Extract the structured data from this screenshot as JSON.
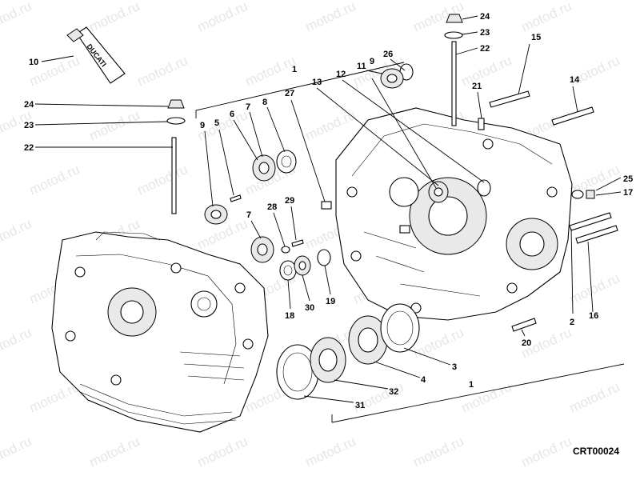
{
  "watermark": "motod.ru",
  "drawing_code": "CRT00024",
  "tube_brand": "DUCATI",
  "callouts": [
    {
      "id": "c10",
      "text": "10"
    },
    {
      "id": "c24a",
      "text": "24"
    },
    {
      "id": "c23a",
      "text": "23"
    },
    {
      "id": "c22a",
      "text": "22"
    },
    {
      "id": "c24b",
      "text": "24"
    },
    {
      "id": "c23b",
      "text": "23"
    },
    {
      "id": "c22b",
      "text": "22"
    },
    {
      "id": "c15",
      "text": "15"
    },
    {
      "id": "c14",
      "text": "14"
    },
    {
      "id": "c21",
      "text": "21"
    },
    {
      "id": "c26",
      "text": "26"
    },
    {
      "id": "c9a",
      "text": "9"
    },
    {
      "id": "c11",
      "text": "11"
    },
    {
      "id": "c12",
      "text": "12"
    },
    {
      "id": "c13",
      "text": "13"
    },
    {
      "id": "c27",
      "text": "27"
    },
    {
      "id": "c1a",
      "text": "1"
    },
    {
      "id": "c9b",
      "text": "9"
    },
    {
      "id": "c5",
      "text": "5"
    },
    {
      "id": "c6",
      "text": "6"
    },
    {
      "id": "c7a",
      "text": "7"
    },
    {
      "id": "c8",
      "text": "8"
    },
    {
      "id": "c7b",
      "text": "7"
    },
    {
      "id": "c28",
      "text": "28"
    },
    {
      "id": "c29",
      "text": "29"
    },
    {
      "id": "c18",
      "text": "18"
    },
    {
      "id": "c30",
      "text": "30"
    },
    {
      "id": "c19",
      "text": "19"
    },
    {
      "id": "c25",
      "text": "25"
    },
    {
      "id": "c17",
      "text": "17"
    },
    {
      "id": "c2",
      "text": "2"
    },
    {
      "id": "c16",
      "text": "16"
    },
    {
      "id": "c20",
      "text": "20"
    },
    {
      "id": "c3",
      "text": "3"
    },
    {
      "id": "c4",
      "text": "4"
    },
    {
      "id": "c32",
      "text": "32"
    },
    {
      "id": "c31",
      "text": "31"
    },
    {
      "id": "c1b",
      "text": "1"
    }
  ]
}
